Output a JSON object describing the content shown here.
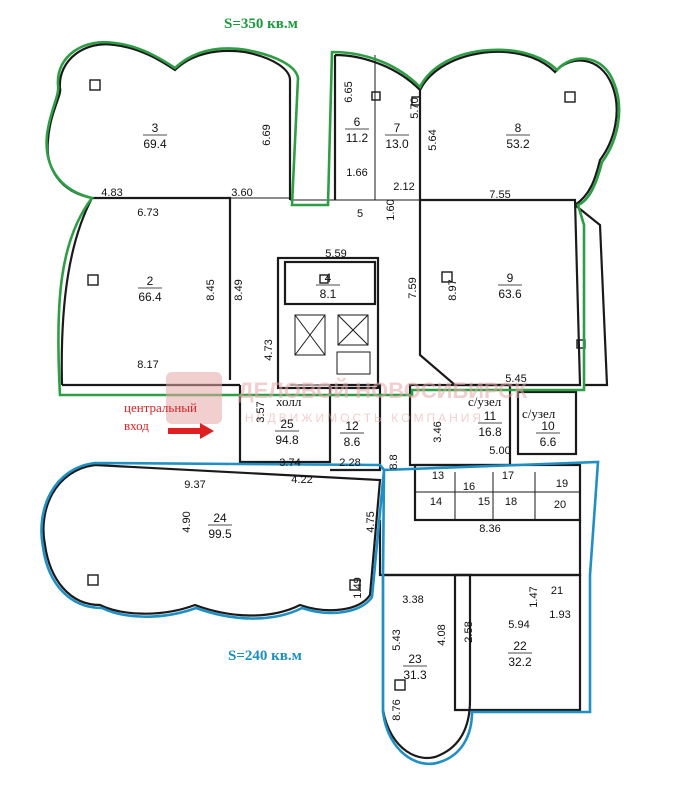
{
  "area_labels": {
    "top": "S=350 кв.м",
    "bottom": "S=240 кв.м"
  },
  "watermark": {
    "line1": "ДЕЛОВОЙ НОВОСИБИРСК",
    "line2": "НЕДВИЖИМОСТЬ КОМПАНИЯ"
  },
  "annotations": {
    "entrance": "центральный\nвход",
    "hall": "холл",
    "wc1": "с/узел",
    "wc2": "с/узел"
  },
  "rooms": [
    {
      "id": "3",
      "area": "69.4"
    },
    {
      "id": "6",
      "area": "11.2"
    },
    {
      "id": "7",
      "area": "13.0"
    },
    {
      "id": "8",
      "area": "53.2"
    },
    {
      "id": "2",
      "area": "66.4"
    },
    {
      "id": "4",
      "area": "8.1"
    },
    {
      "id": "9",
      "area": "63.6"
    },
    {
      "id": "25",
      "area": "94.8"
    },
    {
      "id": "12",
      "area": "8.6"
    },
    {
      "id": "11",
      "area": "16.8"
    },
    {
      "id": "10",
      "area": "6.6"
    },
    {
      "id": "24",
      "area": "99.5"
    },
    {
      "id": "23",
      "area": "31.3"
    },
    {
      "id": "22",
      "area": "32.2"
    },
    {
      "id": "5",
      "area": ""
    },
    {
      "id": "13",
      "area": ""
    },
    {
      "id": "14",
      "area": ""
    },
    {
      "id": "15",
      "area": ""
    },
    {
      "id": "16",
      "area": ""
    },
    {
      "id": "17",
      "area": ""
    },
    {
      "id": "18",
      "area": ""
    },
    {
      "id": "19",
      "area": ""
    },
    {
      "id": "20",
      "area": ""
    },
    {
      "id": "21",
      "area": ""
    }
  ],
  "dimensions": [
    "6.69",
    "6.65",
    "5.70",
    "5.64",
    "1.66",
    "2.12",
    "4.83",
    "3.60",
    "7.55",
    "6.73",
    "1.60",
    "5.59",
    "8.45",
    "8.49",
    "7.59",
    "8.97",
    "4.73",
    "8.17",
    "5.45",
    "3.57",
    "3.46",
    "3.74",
    "2.28",
    "5.00",
    "9.37",
    "4.22",
    "8.8",
    "4.90",
    "4.75",
    "8.36",
    "1.49",
    "3.38",
    "4.08",
    "2.58",
    "1.47",
    "1.93",
    "5.94",
    "5.43",
    "8.76"
  ],
  "colors": {
    "wall": "#1a1a1a",
    "green_outline": "#2e9e45",
    "blue_outline": "#1f8fc4",
    "watermark": "#e7a9a9",
    "arrow": "#e02020",
    "red_text": "#e02020"
  }
}
